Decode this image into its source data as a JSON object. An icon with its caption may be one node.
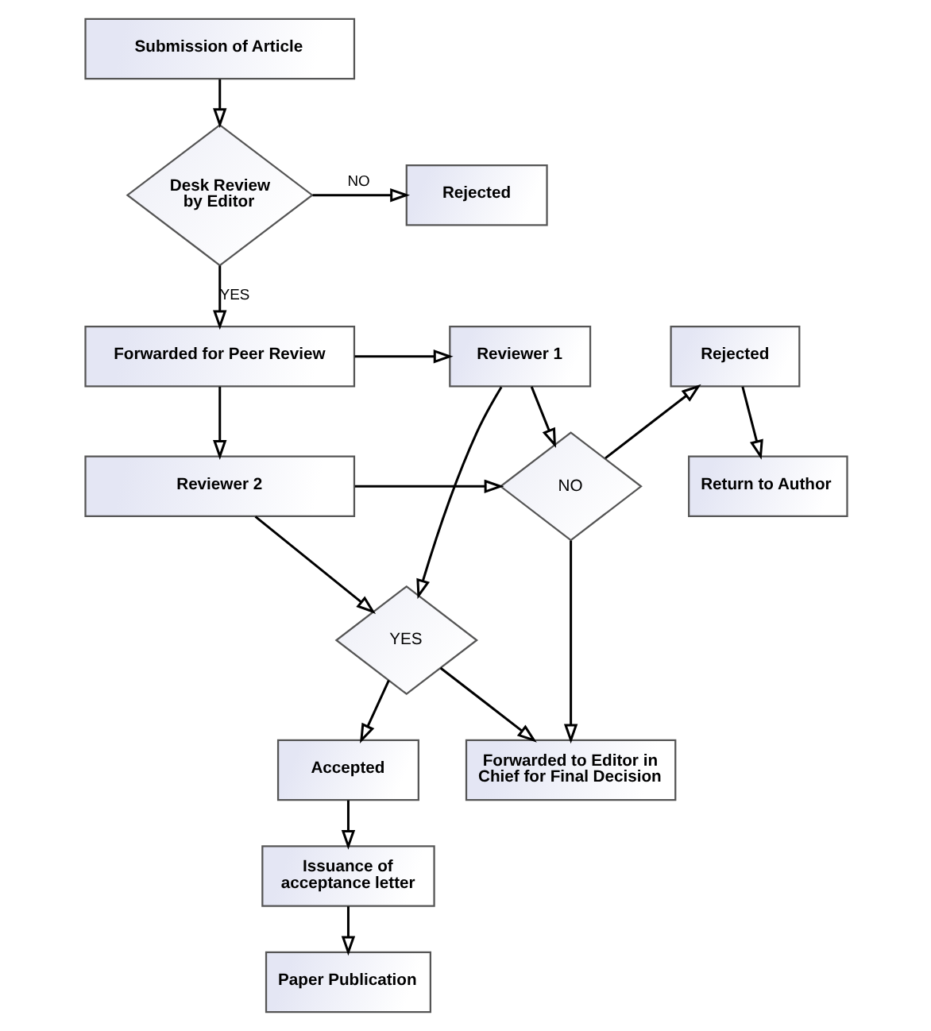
{
  "diagram": {
    "nodes": [
      {
        "text": [
          "Submission of Article"
        ]
      },
      {
        "text": [
          "Desk Review by Editor"
        ]
      },
      {
        "text": [
          "Rejected"
        ]
      },
      {
        "text": [
          "Forwarded for Peer Review"
        ]
      },
      {
        "text": [
          "Reviewer 1"
        ]
      },
      {
        "text": [
          "Rejected"
        ]
      },
      {
        "text": [
          "Reviewer 2"
        ]
      },
      {
        "text": [
          "NO"
        ]
      },
      {
        "text": [
          "Return to Author"
        ]
      },
      {
        "text": [
          "YES"
        ]
      },
      {
        "text": [
          "Accepted"
        ]
      },
      {
        "text": [
          "Forwarded to Editor in Chief for Final Decision"
        ]
      },
      {
        "text": [
          "Issuance of acceptance letter"
        ]
      },
      {
        "text": [
          "Paper Publication"
        ]
      }
    ],
    "edges": [
      {
        "from": 0,
        "to": 1,
        "arrow": "to"
      },
      {
        "from": 1,
        "to": 2,
        "arrow": "to",
        "label": "NO"
      },
      {
        "from": 1,
        "to": 3,
        "arrow": "to",
        "label": "YES"
      },
      {
        "from": 3,
        "to": 4,
        "arrow": "to"
      },
      {
        "from": 3,
        "to": 6,
        "arrow": "to"
      },
      {
        "from": 4,
        "to": 7,
        "arrow": "to"
      },
      {
        "from": 6,
        "to": 7,
        "arrow": "to"
      },
      {
        "from": 7,
        "to": 5,
        "arrow": "to"
      },
      {
        "from": 5,
        "to": 8,
        "arrow": "to"
      },
      {
        "from": 6,
        "to": 9,
        "arrow": "to"
      },
      {
        "from": 4,
        "to": 9,
        "arrow": "to"
      },
      {
        "from": 7,
        "to": 11,
        "arrow": "to"
      },
      {
        "from": 9,
        "to": 11,
        "arrow": "to"
      },
      {
        "from": 9,
        "to": 10,
        "arrow": "to"
      },
      {
        "from": 10,
        "to": 12,
        "arrow": "to"
      },
      {
        "from": 12,
        "to": 13,
        "arrow": "to"
      }
    ]
  }
}
